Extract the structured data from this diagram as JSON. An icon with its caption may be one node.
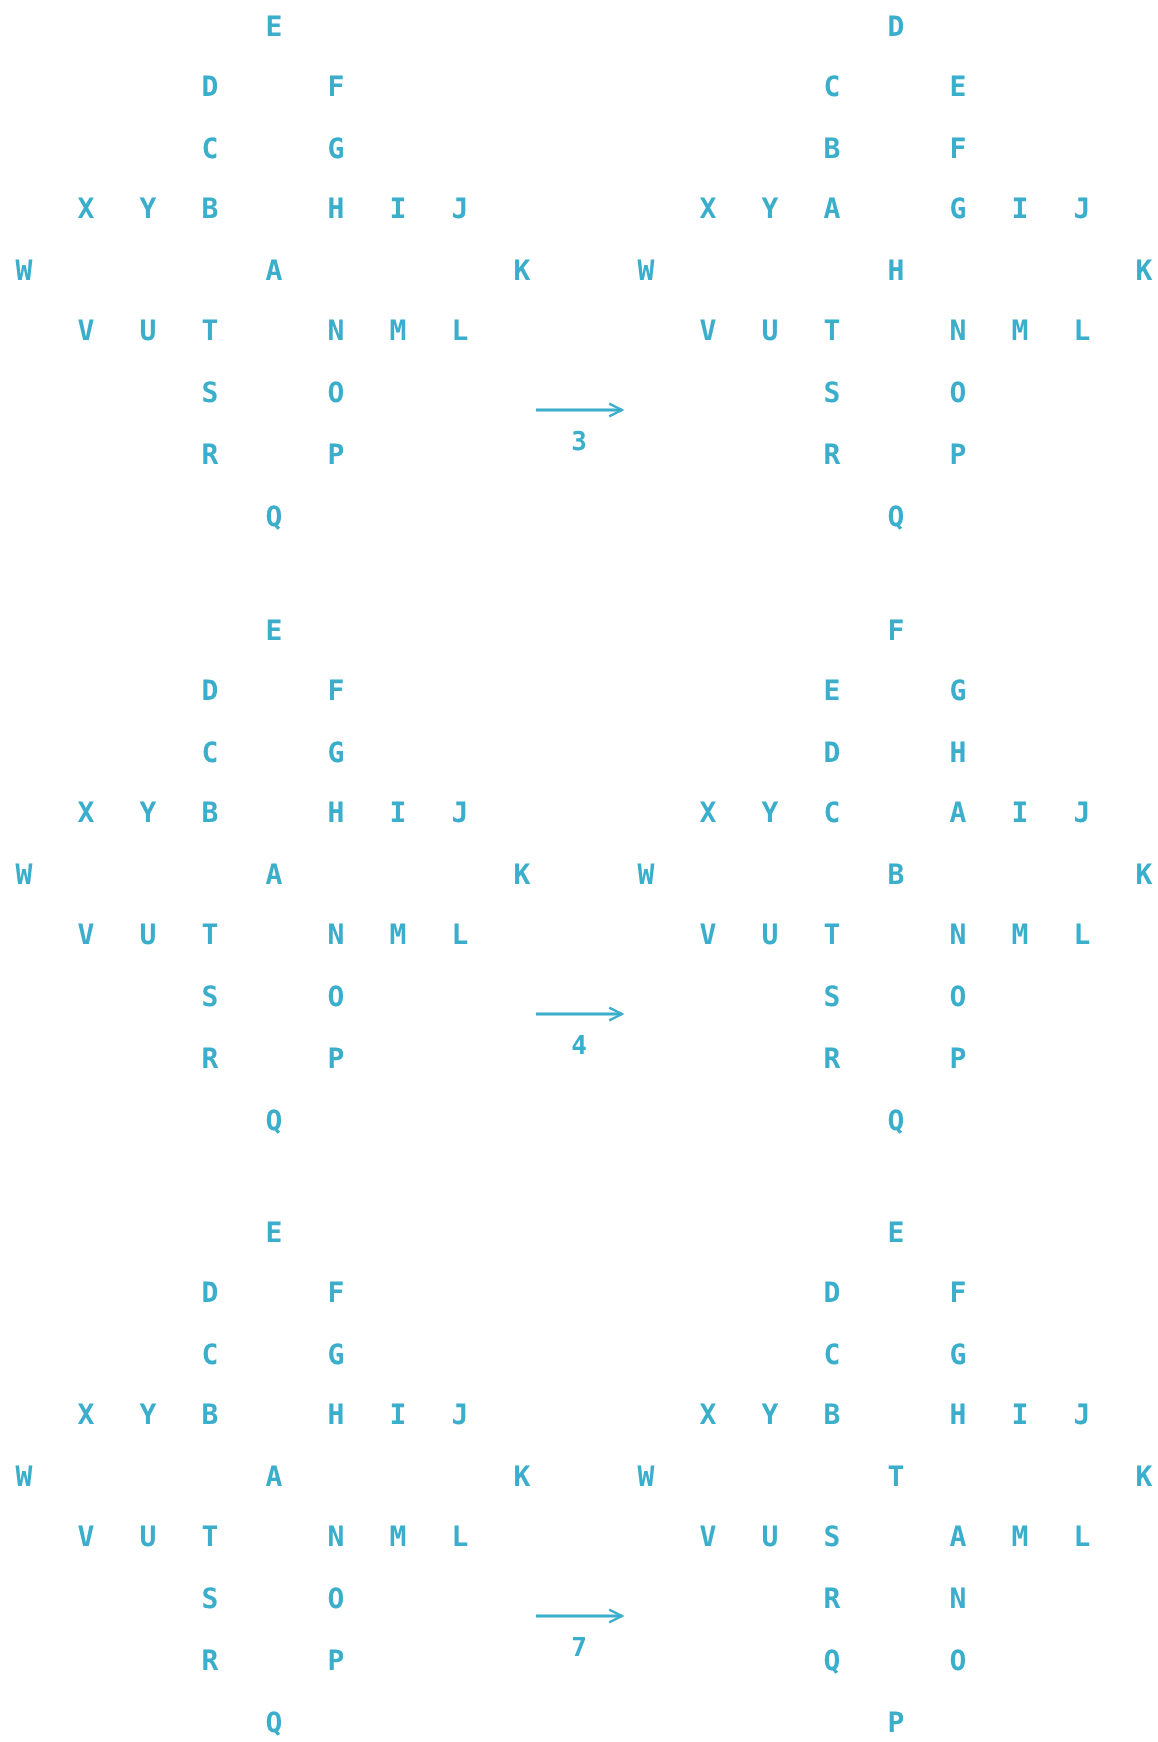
{
  "diagram": {
    "nodes": [
      {
        "text": [
          "E",
          "D",
          "F",
          "C",
          "G",
          "X",
          "Y",
          "B",
          "H",
          "I",
          "J",
          "W",
          "A",
          "K",
          "V",
          "U",
          "T",
          "N",
          "M",
          "L",
          "S",
          "O",
          "R",
          "P",
          "Q"
        ]
      },
      {
        "text": [
          "D",
          "C",
          "E",
          "B",
          "F",
          "X",
          "Y",
          "A",
          "G",
          "I",
          "J",
          "W",
          "H",
          "K",
          "V",
          "U",
          "T",
          "N",
          "M",
          "L",
          "S",
          "O",
          "R",
          "P",
          "Q"
        ]
      },
      {
        "text": [
          "E",
          "D",
          "F",
          "C",
          "G",
          "X",
          "Y",
          "B",
          "H",
          "I",
          "J",
          "W",
          "A",
          "K",
          "V",
          "U",
          "T",
          "N",
          "M",
          "L",
          "S",
          "O",
          "R",
          "P",
          "Q"
        ]
      },
      {
        "text": [
          "F",
          "E",
          "G",
          "D",
          "H",
          "X",
          "Y",
          "C",
          "A",
          "I",
          "J",
          "W",
          "B",
          "K",
          "V",
          "U",
          "T",
          "N",
          "M",
          "L",
          "S",
          "O",
          "R",
          "P",
          "Q"
        ]
      },
      {
        "text": [
          "E",
          "D",
          "F",
          "C",
          "G",
          "X",
          "Y",
          "B",
          "H",
          "I",
          "J",
          "W",
          "A",
          "K",
          "V",
          "U",
          "T",
          "N",
          "M",
          "L",
          "S",
          "O",
          "R",
          "P",
          "Q"
        ]
      },
      {
        "text": [
          "E",
          "D",
          "F",
          "C",
          "G",
          "X",
          "Y",
          "B",
          "H",
          "I",
          "J",
          "W",
          "T",
          "K",
          "V",
          "U",
          "S",
          "A",
          "M",
          "L",
          "R",
          "N",
          "Q",
          "O",
          "P"
        ]
      }
    ],
    "edges": [
      {
        "from": 0,
        "to": 1,
        "arrow": "to",
        "label": "3"
      },
      {
        "from": 2,
        "to": 3,
        "arrow": "to",
        "label": "4"
      },
      {
        "from": 4,
        "to": 5,
        "arrow": "to",
        "label": "7"
      }
    ]
  }
}
